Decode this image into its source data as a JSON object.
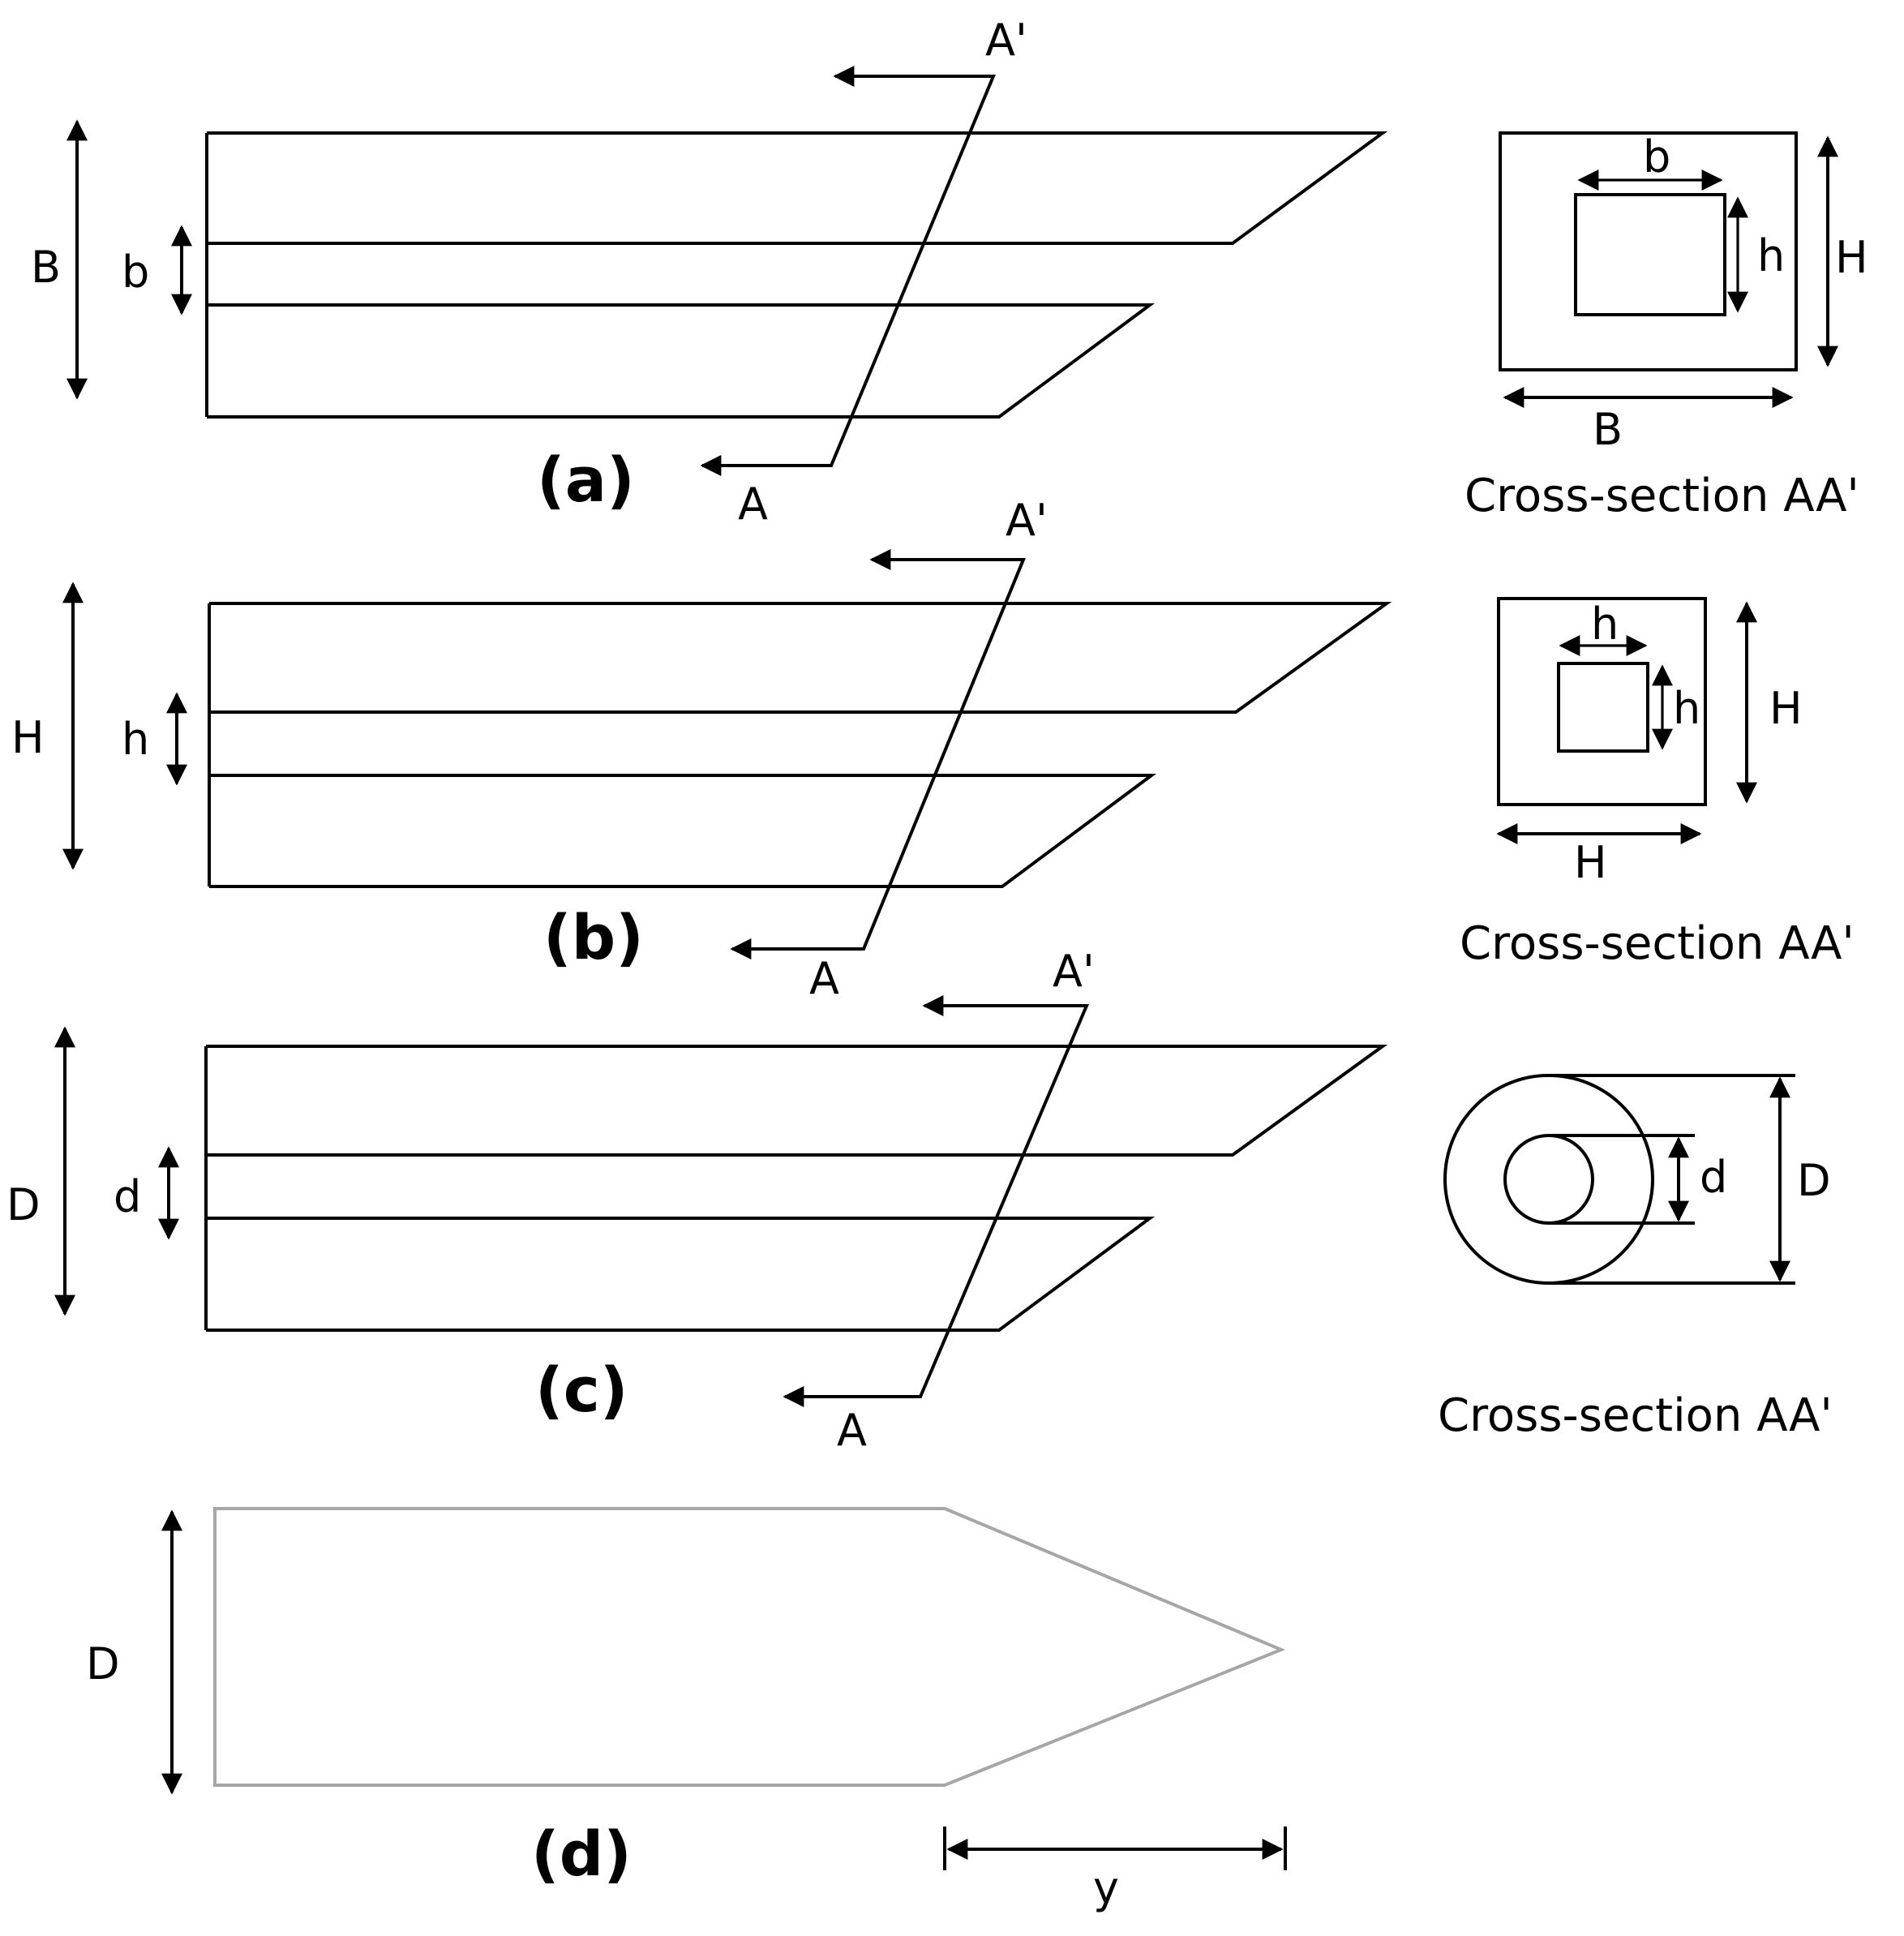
{
  "panels": {
    "a": {
      "label": "(a)",
      "outer_dim": "B",
      "inner_dim": "b",
      "section_start": "A",
      "section_end": "A'"
    },
    "b": {
      "label": "(b)",
      "outer_dim": "H",
      "inner_dim": "h",
      "section_start": "A",
      "section_end": "A'"
    },
    "c": {
      "label": "(c)",
      "outer_dim": "D",
      "inner_dim": "d",
      "section_start": "A",
      "section_end": "A'"
    },
    "d": {
      "label": "(d)",
      "height_dim": "D",
      "length_dim": "y"
    }
  },
  "sections": {
    "a": {
      "caption": "Cross-section AA'",
      "inner_width": "b",
      "inner_height": "h",
      "outer_height": "H",
      "outer_width": "B"
    },
    "b": {
      "caption": "Cross-section AA'",
      "inner_width": "h",
      "inner_height": "h",
      "outer_height": "H",
      "outer_width": "H"
    },
    "c": {
      "caption": "Cross-section AA'",
      "inner_diameter": "d",
      "outer_diameter": "D"
    }
  }
}
